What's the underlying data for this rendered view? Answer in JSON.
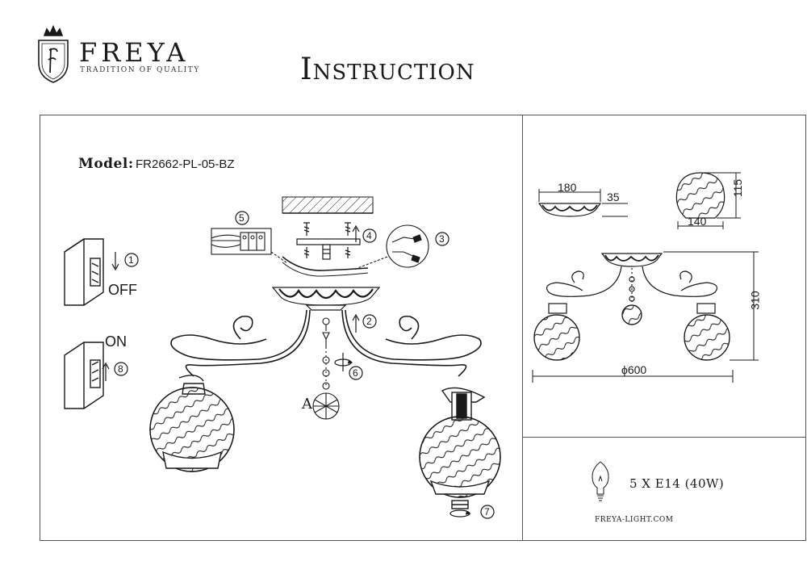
{
  "header": {
    "brand": "FREYA",
    "tagline": "TRADITION OF QUALITY",
    "title": "Instruction"
  },
  "model": {
    "label": "Model:",
    "value": "FR2662-PL-05-BZ"
  },
  "switch": {
    "off_label": "OFF",
    "on_label": "ON"
  },
  "steps": [
    "1",
    "2",
    "3",
    "4",
    "5",
    "6",
    "7",
    "8"
  ],
  "detail_label": "A",
  "dimensions": {
    "base_diameter": "180",
    "base_height": "35",
    "shade_height": "115",
    "shade_diameter": "140",
    "total_height": "310",
    "total_diameter": "ϕ600"
  },
  "lamp": {
    "spec": "5 X E14 (40W)"
  },
  "footer": {
    "website": "FREYA-LIGHT.COM"
  },
  "colors": {
    "ink": "#1a1a1a",
    "frame": "#555555"
  }
}
